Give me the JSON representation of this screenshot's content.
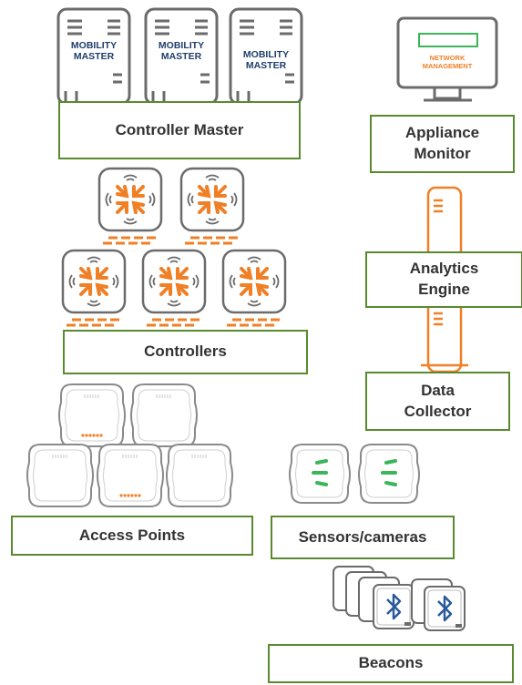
{
  "colors": {
    "label_border": "#5a8a2f",
    "server_gray": "#6b6b6b",
    "text_navy": "#1f3d6b",
    "aruba_orange": "#f07f25",
    "sensor_green": "#3cb55a",
    "beacon_blue": "#2a5a9c"
  },
  "mobility_master": {
    "units": [
      {
        "line1": "MOBILITY",
        "line2": "MASTER"
      },
      {
        "line1": "MOBILITY",
        "line2": "MASTER"
      },
      {
        "line1": "MOBILITY",
        "line2": "MASTER"
      }
    ]
  },
  "monitor": {
    "line1": "NETWORK",
    "line2": "MANAGEMENT"
  },
  "labels": {
    "controller_master": "Controller Master",
    "appliance_monitor_1": "Appliance",
    "appliance_monitor_2": "Monitor",
    "analytics_engine_1": "Analytics",
    "analytics_engine_2": "Engine",
    "controllers": "Controllers",
    "data_collector_1": "Data",
    "data_collector_2": "Collector",
    "access_points": "Access Points",
    "sensors_cameras": "Sensors/cameras",
    "beacons": "Beacons"
  },
  "icons": {
    "server": "server-icon",
    "monitor": "monitor-icon",
    "tower": "tower-server-icon",
    "controller": "aruba-controller-icon",
    "access_point": "access-point-icon",
    "sensor": "sensor-icon",
    "beacon": "bluetooth-beacon-icon"
  }
}
